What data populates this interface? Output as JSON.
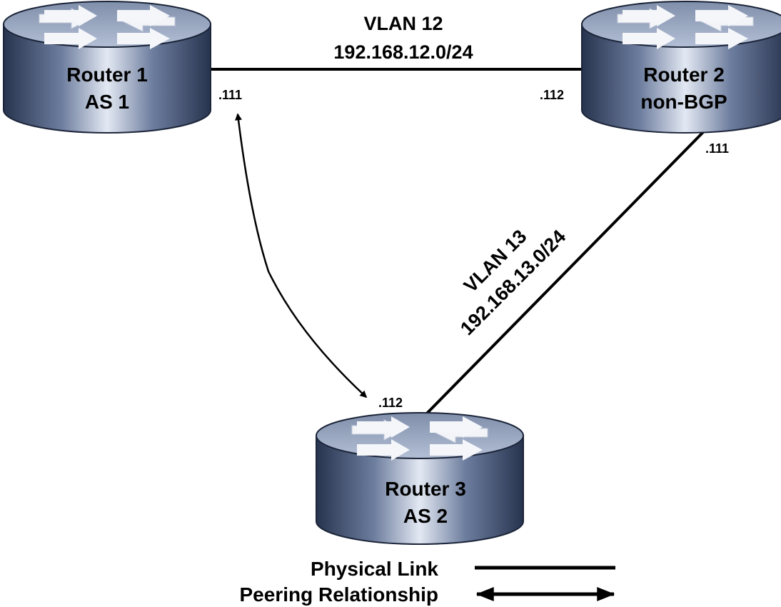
{
  "diagram": {
    "routers": [
      {
        "name": "Router 1",
        "sub": "AS 1",
        "icon": "router-icon"
      },
      {
        "name": "Router 2",
        "sub": "non-BGP",
        "icon": "router-icon"
      },
      {
        "name": "Router 3",
        "sub": "AS 2",
        "icon": "router-icon"
      }
    ],
    "links": [
      {
        "vlan": "VLAN 12",
        "subnet": "192.168.12.0/24",
        "end_a": ".111",
        "end_b": ".112"
      },
      {
        "vlan": "VLAN 13",
        "subnet": "192.168.13.0/24",
        "end_a": ".111",
        "end_b": ".112"
      }
    ],
    "legend": {
      "physical": "Physical Link",
      "peering": "Peering Relationship"
    },
    "colors": {
      "router_top": "#9aa8c2",
      "router_side_dark": "#2c3a58",
      "router_side_light": "#dde4f0",
      "line": "#000000"
    }
  }
}
